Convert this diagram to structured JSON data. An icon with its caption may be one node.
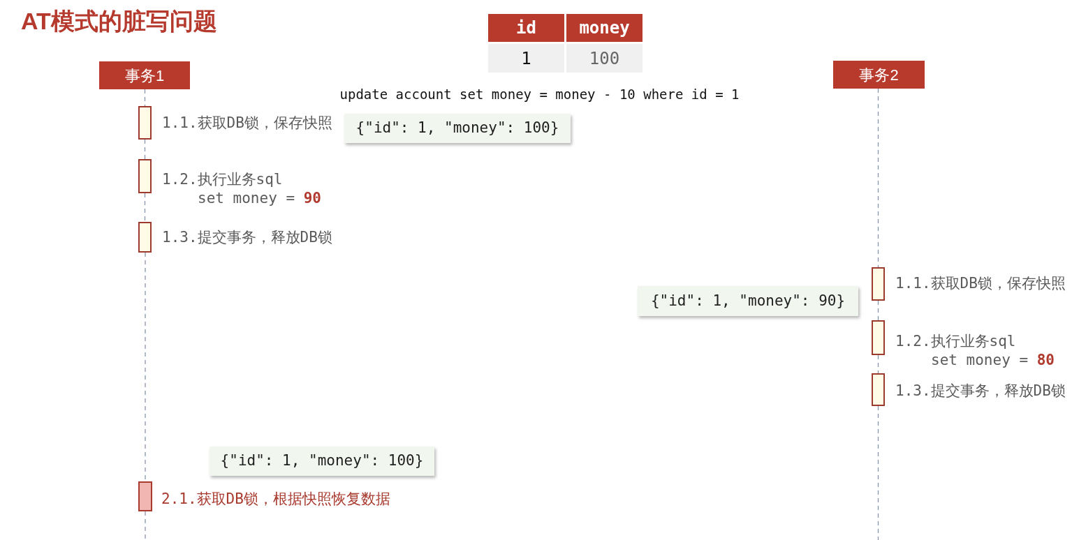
{
  "diagram": {
    "title": "AT模式的脏写问题",
    "nodes": [
      {
        "text": [
          "事务1"
        ]
      },
      {
        "text": [
          "事务2"
        ]
      },
      {
        "text": [],
        "shape": "bar",
        "beside": [
          "1.1.获取DB锁，保存快照"
        ]
      },
      {
        "text": [
          "{\"id\": 1, \"money\": 100}"
        ]
      },
      {
        "text": [],
        "shape": "bar",
        "beside": [
          "1.2.执行业务sql",
          "set money = **90**"
        ]
      },
      {
        "text": [],
        "shape": "bar",
        "beside": [
          "1.3.提交事务，释放DB锁"
        ]
      },
      {
        "text": [],
        "shape": "bar",
        "beside": [
          "1.1.获取DB锁，保存快照"
        ]
      },
      {
        "text": [
          "{\"id\": 1, \"money\": 90}"
        ]
      },
      {
        "text": [],
        "shape": "bar",
        "beside": [
          "1.2.执行业务sql",
          "set money = **80**"
        ]
      },
      {
        "text": [],
        "shape": "bar",
        "beside": [
          "1.3.提交事务，释放DB锁"
        ]
      },
      {
        "text": [
          "{\"id\": 1, \"money\": 100}"
        ]
      },
      {
        "text": [],
        "shape": "bar",
        "beside": [
          "2.1.获取DB锁，根据快照恢复数据"
        ]
      }
    ],
    "edges": [
      {
        "from": 0,
        "to": 2,
        "arrow": "none",
        "style": "dashed"
      },
      {
        "from": 2,
        "to": 4,
        "arrow": "none",
        "style": "dashed"
      },
      {
        "from": 4,
        "to": 5,
        "arrow": "none",
        "style": "dashed"
      },
      {
        "from": 5,
        "to": 11,
        "arrow": "none",
        "style": "dashed"
      },
      {
        "from": 11,
        "to": null,
        "arrow": "none",
        "style": "dashed"
      },
      {
        "from": 1,
        "to": 6,
        "arrow": "none",
        "style": "dashed"
      },
      {
        "from": 6,
        "to": 8,
        "arrow": "none",
        "style": "dashed"
      },
      {
        "from": 8,
        "to": 9,
        "arrow": "none",
        "style": "dashed"
      },
      {
        "from": 9,
        "to": null,
        "arrow": "none",
        "style": "dashed"
      }
    ],
    "labels": [
      "id",
      "money",
      "1",
      "100",
      "update account set money = money - 10 where id = 1"
    ]
  }
}
